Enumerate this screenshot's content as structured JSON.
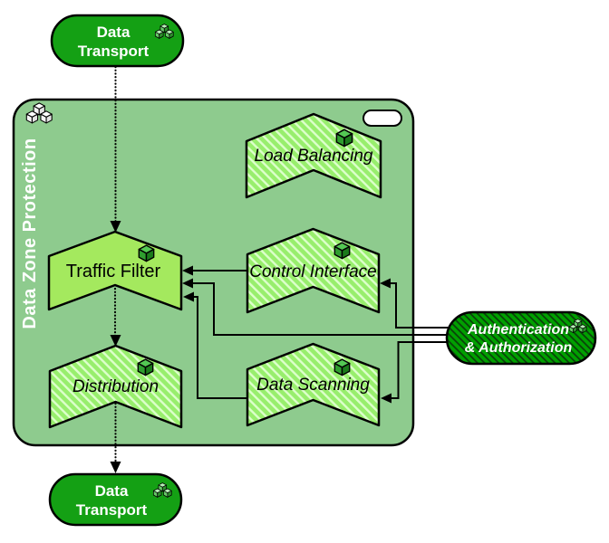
{
  "diagram": {
    "container": {
      "label": "Data Zone Protection"
    },
    "nodes": {
      "data_transport_top": {
        "line1": "Data",
        "line2": "Transport"
      },
      "load_balancing": {
        "label": "Load Balancing"
      },
      "traffic_filter": {
        "label": "Traffic Filter"
      },
      "control_interface": {
        "label": "Control Interface"
      },
      "distribution": {
        "label": "Distribution"
      },
      "data_scanning": {
        "label": "Data Scanning"
      },
      "authentication": {
        "line1": "Authentication",
        "line2": "& Authorization"
      },
      "data_transport_bottom": {
        "line1": "Data",
        "line2": "Transport"
      }
    },
    "edges": [
      {
        "from": "Data Transport (top)",
        "to": "Traffic Filter",
        "style": "dotted-arrow"
      },
      {
        "from": "Traffic Filter",
        "to": "Distribution",
        "style": "dotted-arrow"
      },
      {
        "from": "Distribution",
        "to": "Data Transport (bottom)",
        "style": "dotted-arrow"
      },
      {
        "from": "Control Interface",
        "to": "Traffic Filter",
        "style": "solid-arrow"
      },
      {
        "from": "Authentication & Authorization",
        "to": "Traffic Filter",
        "style": "solid-arrow"
      },
      {
        "from": "Data Scanning",
        "to": "Traffic Filter",
        "style": "solid-arrow"
      },
      {
        "from": "Authentication & Authorization",
        "to": "Control Interface",
        "style": "solid-arrow"
      },
      {
        "from": "Authentication & Authorization",
        "to": "Data Scanning",
        "style": "solid-arrow"
      }
    ],
    "icons": {
      "container_icon": "cubes-cluster-icon",
      "node_icon": "cube-icon",
      "pill_icon": "cubes-cluster-icon",
      "badge": "rounded-pill-marker"
    },
    "colors": {
      "container_fill": "#8ecb8e",
      "chevron_hatch_base": "#98ee6d",
      "chevron_hatch_stripe": "#ddffcc",
      "traffic_filter_fill": "#a4e95e",
      "pill_fill": "#14a014",
      "auth_fill": "#00a000",
      "auth_hatch_line": "#0b3b0b",
      "stroke": "#000000",
      "light_text": "#ffffff",
      "dark_text": "#000000"
    }
  }
}
